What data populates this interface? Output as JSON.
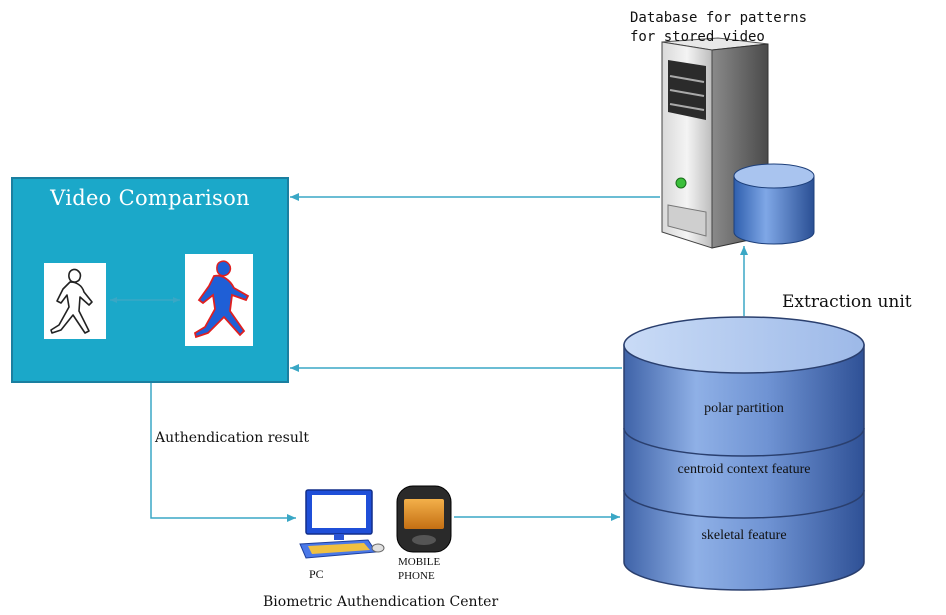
{
  "video_comparison": {
    "title": "Video Comparison"
  },
  "database": {
    "caption_line1": "Database for patterns",
    "caption_line2": "for stored video"
  },
  "extraction_unit": {
    "title": "Extraction unit",
    "layers": [
      "polar partition",
      "centroid context feature",
      "skeletal feature"
    ]
  },
  "auth_result_label": "Authendication result",
  "devices": {
    "pc_label": "PC",
    "phone_label_line1": "MOBILE",
    "phone_label_line2": "PHONE"
  },
  "center_label": "Biometric Authendication Center",
  "colors": {
    "teal": "#1ba8c9",
    "arrow": "#3aa7c5",
    "box_border": "#1a7fa0",
    "cylinder_blue": "#5b7fc4"
  }
}
